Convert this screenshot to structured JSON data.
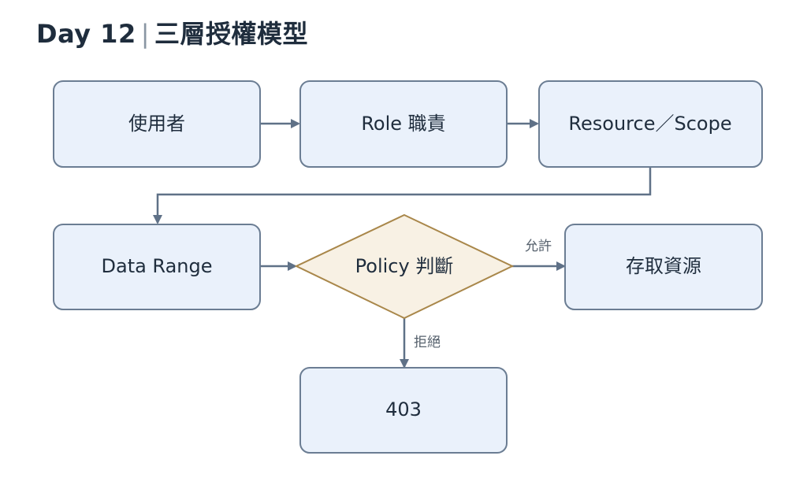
{
  "title": {
    "left": "Day 12",
    "separator": "|",
    "right": "三層授權模型"
  },
  "nodes": {
    "user": "使用者",
    "role": "Role 職責",
    "resource": "Resource／Scope",
    "data_range": "Data Range",
    "policy": "Policy 判斷",
    "access": "存取資源",
    "forbidden": "403"
  },
  "edges": {
    "allow": "允許",
    "deny": "拒絕"
  },
  "colors": {
    "box_fill": "#eaf1fb",
    "box_stroke": "#6b7d93",
    "diamond_fill": "#f8f1e4",
    "diamond_stroke": "#a9874a",
    "arrow": "#5f7187"
  }
}
